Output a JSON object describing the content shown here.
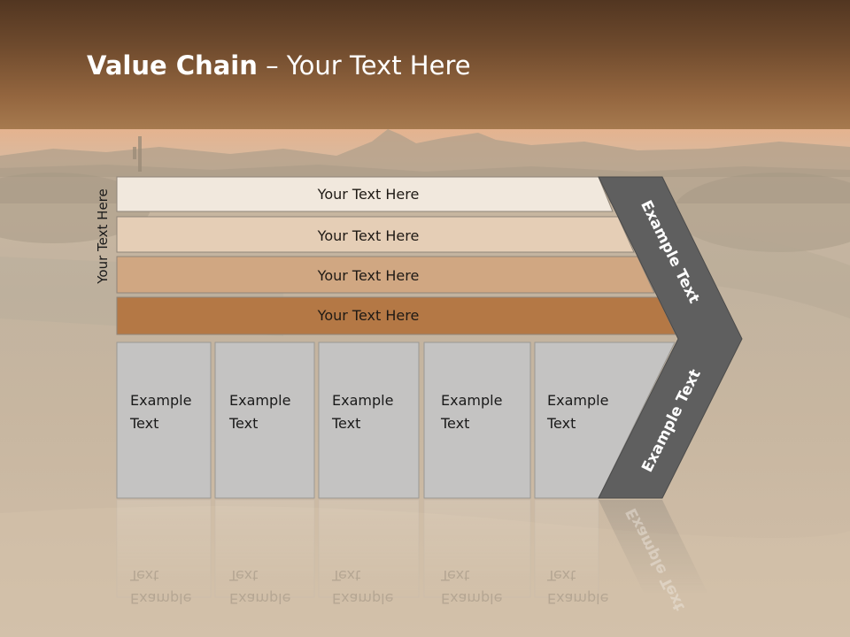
{
  "slide": {
    "title_bold": "Value Chain",
    "title_rest": " – Your Text Here",
    "side_label": "Your Text Here"
  },
  "bars": [
    {
      "label": "Your Text Here",
      "color": "#f1e8dd"
    },
    {
      "label": "Your Text Here",
      "color": "#e5ceb6"
    },
    {
      "label": "Your Text Here",
      "color": "#d0a782"
    },
    {
      "label": "Your Text Here",
      "color": "#b47845"
    }
  ],
  "boxes": [
    {
      "line1": "Example",
      "line2": "Text"
    },
    {
      "line1": "Example",
      "line2": "Text"
    },
    {
      "line1": "Example",
      "line2": "Text"
    },
    {
      "line1": "Example",
      "line2": "Text"
    },
    {
      "line1": "Example",
      "line2": "Text"
    }
  ],
  "chevron": {
    "upper_label": "Example Text",
    "lower_label": "Example Text",
    "color": "#5f5f5f"
  },
  "colors": {
    "box_fill": "#c4c3c2",
    "header_top": "#523621",
    "header_bottom": "#a67a4f"
  }
}
